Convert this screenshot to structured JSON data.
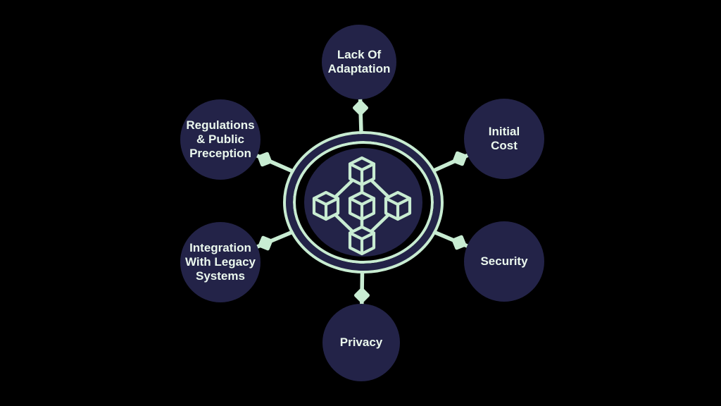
{
  "colors": {
    "background": "#000000",
    "node": "#232348",
    "accent": "#c8ecd2",
    "text": "#ebf8ee"
  },
  "diagram": {
    "name": "blockchain-challenges-diagram",
    "hub": {
      "icon": "blockchain-network-icon"
    },
    "nodes": [
      {
        "position": "top",
        "label": "Lack Of Adaptation",
        "lines": [
          "Lack Of",
          "Adaptation"
        ]
      },
      {
        "position": "top-right",
        "label": "Initial Cost",
        "lines": [
          "Initial",
          "Cost"
        ]
      },
      {
        "position": "bottom-right",
        "label": "Security",
        "lines": [
          "Security"
        ]
      },
      {
        "position": "bottom",
        "label": "Privacy",
        "lines": [
          "Privacy"
        ]
      },
      {
        "position": "bottom-left",
        "label": "Integration With Legacy Systems",
        "lines": [
          "Integration",
          "With Legacy",
          "Systems"
        ]
      },
      {
        "position": "top-left",
        "label": "Regulations & Public Preception",
        "lines": [
          "Regulations",
          "& Public",
          "Preception"
        ]
      }
    ]
  }
}
